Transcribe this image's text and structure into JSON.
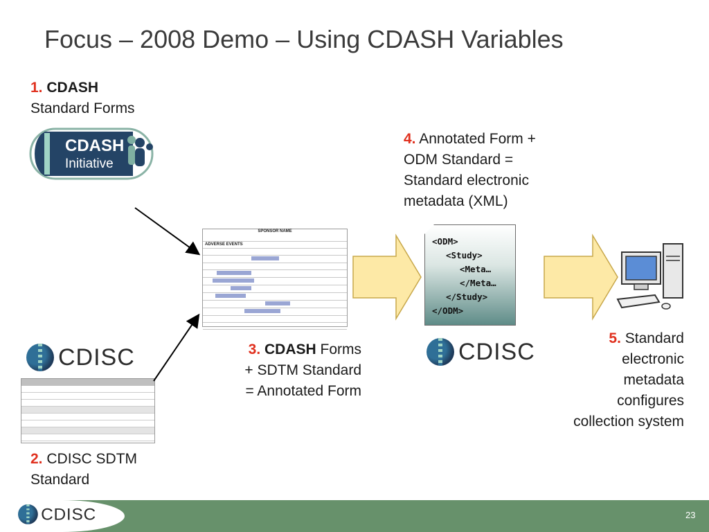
{
  "slide": {
    "title": "Focus – 2008 Demo – Using CDASH Variables",
    "page_number": "23"
  },
  "step1": {
    "num": "1.",
    "bold": "CDASH",
    "rest": "Standard Forms"
  },
  "step2": {
    "num": "2.",
    "line1": "CDISC SDTM",
    "line2": "Standard"
  },
  "step3": {
    "num": "3.",
    "bold": "CDASH",
    "line1_rest": " Forms",
    "line2": "+ SDTM Standard",
    "line3": "= Annotated Form"
  },
  "step4": {
    "num": "4.",
    "line1_rest": " Annotated Form +",
    "line2": "ODM Standard =",
    "line3": "Standard electronic",
    "line4": "metadata (XML)"
  },
  "step5": {
    "num": "5.",
    "line1_rest": " Standard",
    "line2": "electronic",
    "line3": "metadata",
    "line4": "configures",
    "line5": "collection system"
  },
  "odm_xml": [
    "<ODM>",
    "<Study>",
    "<Meta…",
    "</Meta…",
    "</Study>",
    "</ODM>"
  ],
  "logos": {
    "cdash_line1": "CDASH",
    "cdash_line2": "Initiative",
    "cdisc": "CDISC"
  },
  "form_thumb": {
    "header": "SPONSOR NAME",
    "section": "ADVERSE EVENTS"
  },
  "colors": {
    "accent_red": "#e0301e",
    "footer_green": "#67916b",
    "arrow_fill": "#fde9a6",
    "cdash_navy": "#244466"
  }
}
